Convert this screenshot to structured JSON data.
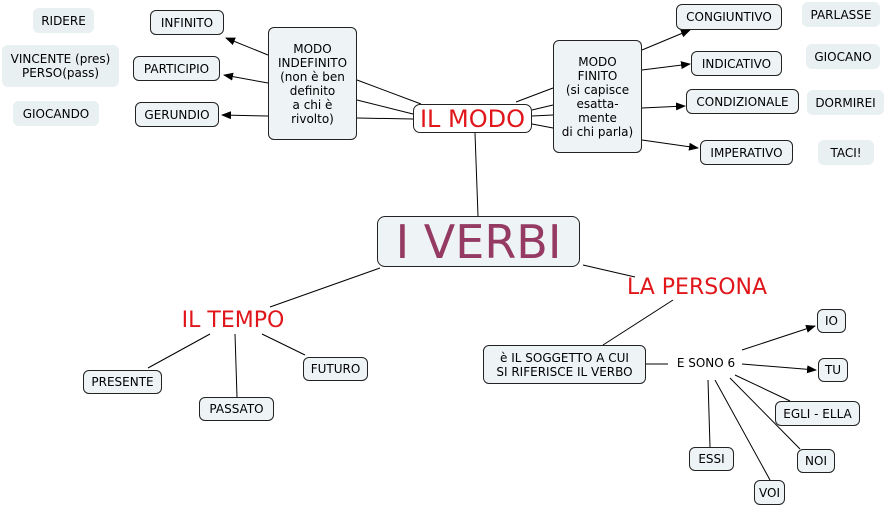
{
  "root": "I VERBI",
  "modo": {
    "label": "IL MODO",
    "indefinito": {
      "label": "MODO\nINDEFINITO\n(non è ben\ndefinito\na chi è\nrivolto)",
      "items": [
        {
          "label": "INFINITO",
          "example": "RIDERE"
        },
        {
          "label": "PARTICIPIO",
          "example": "VINCENTE (pres)\nPERSO(pass)"
        },
        {
          "label": "GERUNDIO",
          "example": "GIOCANDO"
        }
      ]
    },
    "finito": {
      "label": "MODO\nFINITO\n(si capisce\nesatta-\nmente\ndi chi parla)",
      "items": [
        {
          "label": "CONGIUNTIVO",
          "example": "PARLASSE"
        },
        {
          "label": "INDICATIVO",
          "example": "GIOCANO"
        },
        {
          "label": "CONDIZIONALE",
          "example": "DORMIREI"
        },
        {
          "label": "IMPERATIVO",
          "example": "TACI!"
        }
      ]
    }
  },
  "tempo": {
    "label": "IL TEMPO",
    "items": [
      "PRESENTE",
      "PASSATO",
      "FUTURO"
    ]
  },
  "persona": {
    "label": "LA PERSONA",
    "definition": "è IL SOGGETTO A CUI\nSI RIFERISCE IL VERBO",
    "count_label": "E SONO 6",
    "items": [
      "IO",
      "TU",
      "EGLI - ELLA",
      "NOI",
      "VOI",
      "ESSI"
    ]
  }
}
